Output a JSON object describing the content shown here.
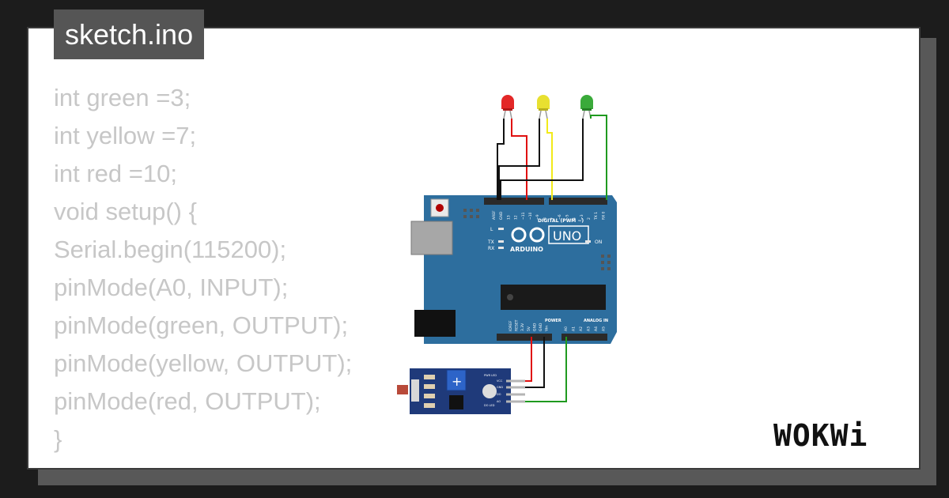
{
  "file_tab": {
    "label": "sketch.ino"
  },
  "code_lines": [
    "int green =3;",
    "int yellow =7;",
    "int red =10;",
    "void setup() {",
    "Serial.begin(115200);",
    "pinMode(A0, INPUT);",
    "pinMode(green, OUTPUT);",
    "pinMode(yellow, OUTPUT);",
    "pinMode(red, OUTPUT);",
    "}"
  ],
  "board": {
    "brand": "UNO",
    "name": "ARDUINO",
    "digital_label": "DIGITAL (PWM ~)",
    "power_label": "POWER",
    "analog_label": "ANALOG IN",
    "on_label": "ON",
    "l_label": "L",
    "tx_label": "TX",
    "rx_label": "RX",
    "top_pins": [
      "AREF",
      "GND",
      "13",
      "12",
      "~11",
      "~10",
      "~9",
      "8",
      "7",
      "~6",
      "~5",
      "4",
      "~3",
      "2",
      "TX 1",
      "RX 0"
    ],
    "power_pins": [
      "IOREF",
      "RESET",
      "3.3V",
      "5V",
      "GND",
      "GND",
      "Vin"
    ],
    "analog_pins": [
      "A0",
      "A1",
      "A2",
      "A3",
      "A4",
      "A5"
    ]
  },
  "sensor": {
    "pins": [
      "VCC",
      "GND",
      "DO",
      "AO"
    ],
    "led_labels": [
      "PWR LED",
      "DO LED"
    ]
  },
  "leds": [
    {
      "name": "red",
      "color": "#e32727"
    },
    {
      "name": "yellow",
      "color": "#e8e030"
    },
    {
      "name": "green",
      "color": "#3aaa3a"
    }
  ],
  "logo_text": "WOKWi",
  "colors": {
    "board": "#2d6e9e",
    "wire_red": "#e01010",
    "wire_yellow": "#f2ea1a",
    "wire_green": "#1f9a1f",
    "wire_black": "#111111",
    "code_text": "#c7c7c7",
    "tab_bg": "#555555"
  }
}
